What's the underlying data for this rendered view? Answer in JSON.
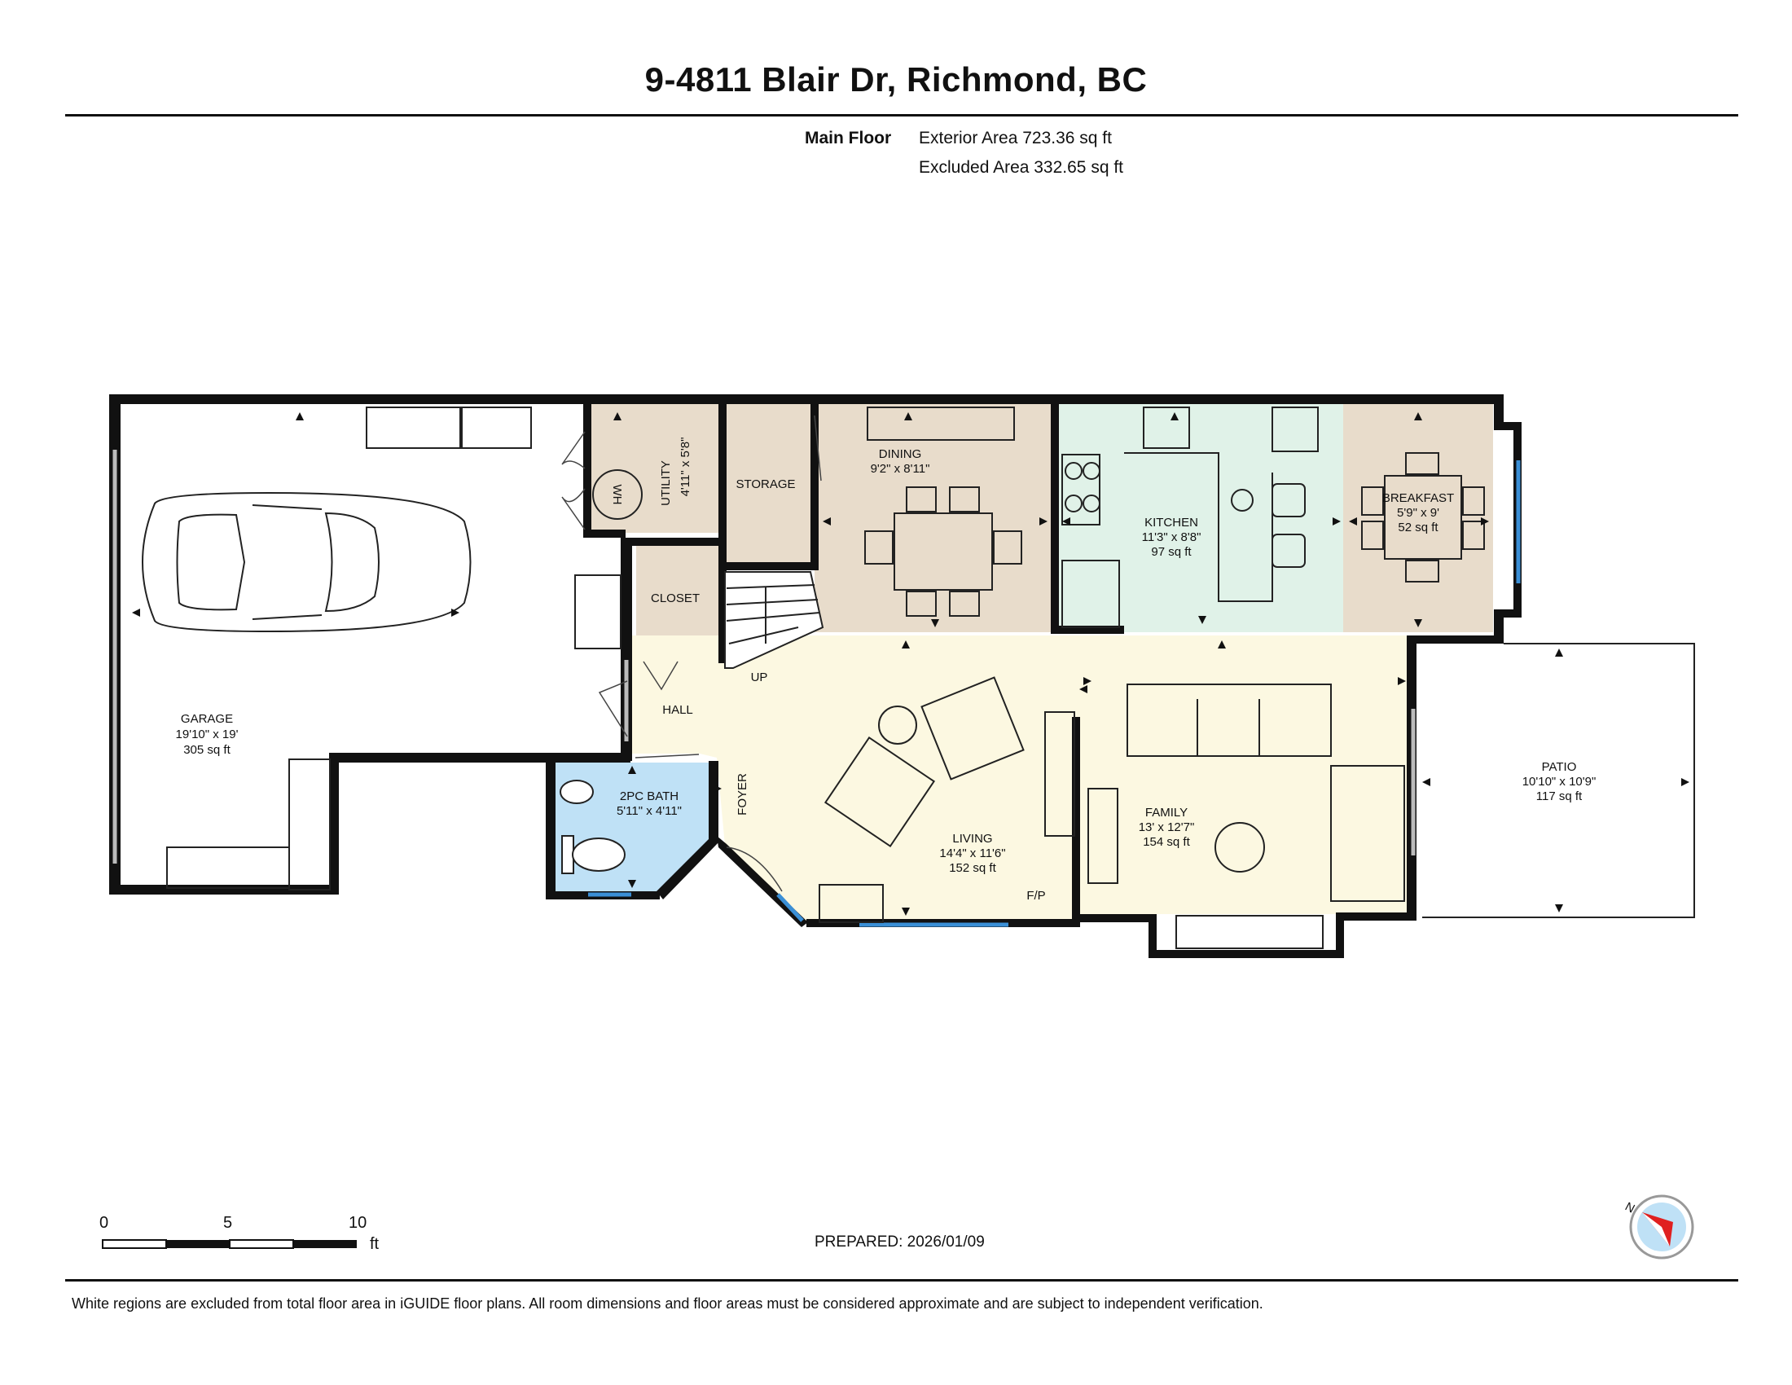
{
  "header": {
    "title": "9-4811 Blair Dr, Richmond, BC",
    "floor_label": "Main Floor",
    "exterior_area": "Exterior Area 723.36 sq ft",
    "excluded_area": "Excluded Area 332.65 sq ft"
  },
  "rooms": {
    "garage": {
      "name": "GARAGE",
      "dims": "19'10\" x 19'",
      "area": "305 sq ft"
    },
    "utility": {
      "name": "UTILITY",
      "dims": "4'11\" x 5'8\""
    },
    "storage": {
      "name": "STORAGE"
    },
    "closet": {
      "name": "CLOSET"
    },
    "dining": {
      "name": "DINING",
      "dims": "9'2\" x 8'11\""
    },
    "kitchen": {
      "name": "KITCHEN",
      "dims": "11'3\" x 8'8\"",
      "area": "97 sq ft"
    },
    "breakfast": {
      "name": "BREAKFAST",
      "dims": "5'9\" x 9'",
      "area": "52 sq ft"
    },
    "hall": {
      "name": "HALL"
    },
    "up": {
      "name": "UP"
    },
    "bath": {
      "name": "2PC BATH",
      "dims": "5'11\" x 4'11\""
    },
    "foyer": {
      "name": "FOYER"
    },
    "living": {
      "name": "LIVING",
      "dims": "14'4\" x 11'6\"",
      "area": "152 sq ft"
    },
    "fp": {
      "name": "F/P"
    },
    "family": {
      "name": "FAMILY",
      "dims": "13' x 12'7\"",
      "area": "154 sq ft"
    },
    "patio": {
      "name": "PATIO",
      "dims": "10'10\" x 10'9\"",
      "area": "117 sq ft"
    },
    "wh": {
      "name": "WH"
    }
  },
  "scale_bar": {
    "labels": [
      "0",
      "5",
      "10"
    ],
    "unit": "ft"
  },
  "compass": {
    "label": "N"
  },
  "footer": {
    "prepared": "PREPARED: 2026/01/09",
    "disclaimer": "White regions are excluded from total floor area in iGUIDE floor plans. All room dimensions and floor areas must be considered approximate and are subject to independent verification."
  },
  "colors": {
    "wall": "#111111",
    "dining_fill": "#e8dccb",
    "kitchen_fill": "#e0f2e8",
    "living_fill": "#fcf8e1",
    "bath_fill": "#bfe1f6",
    "window": "#3a8fd6"
  }
}
